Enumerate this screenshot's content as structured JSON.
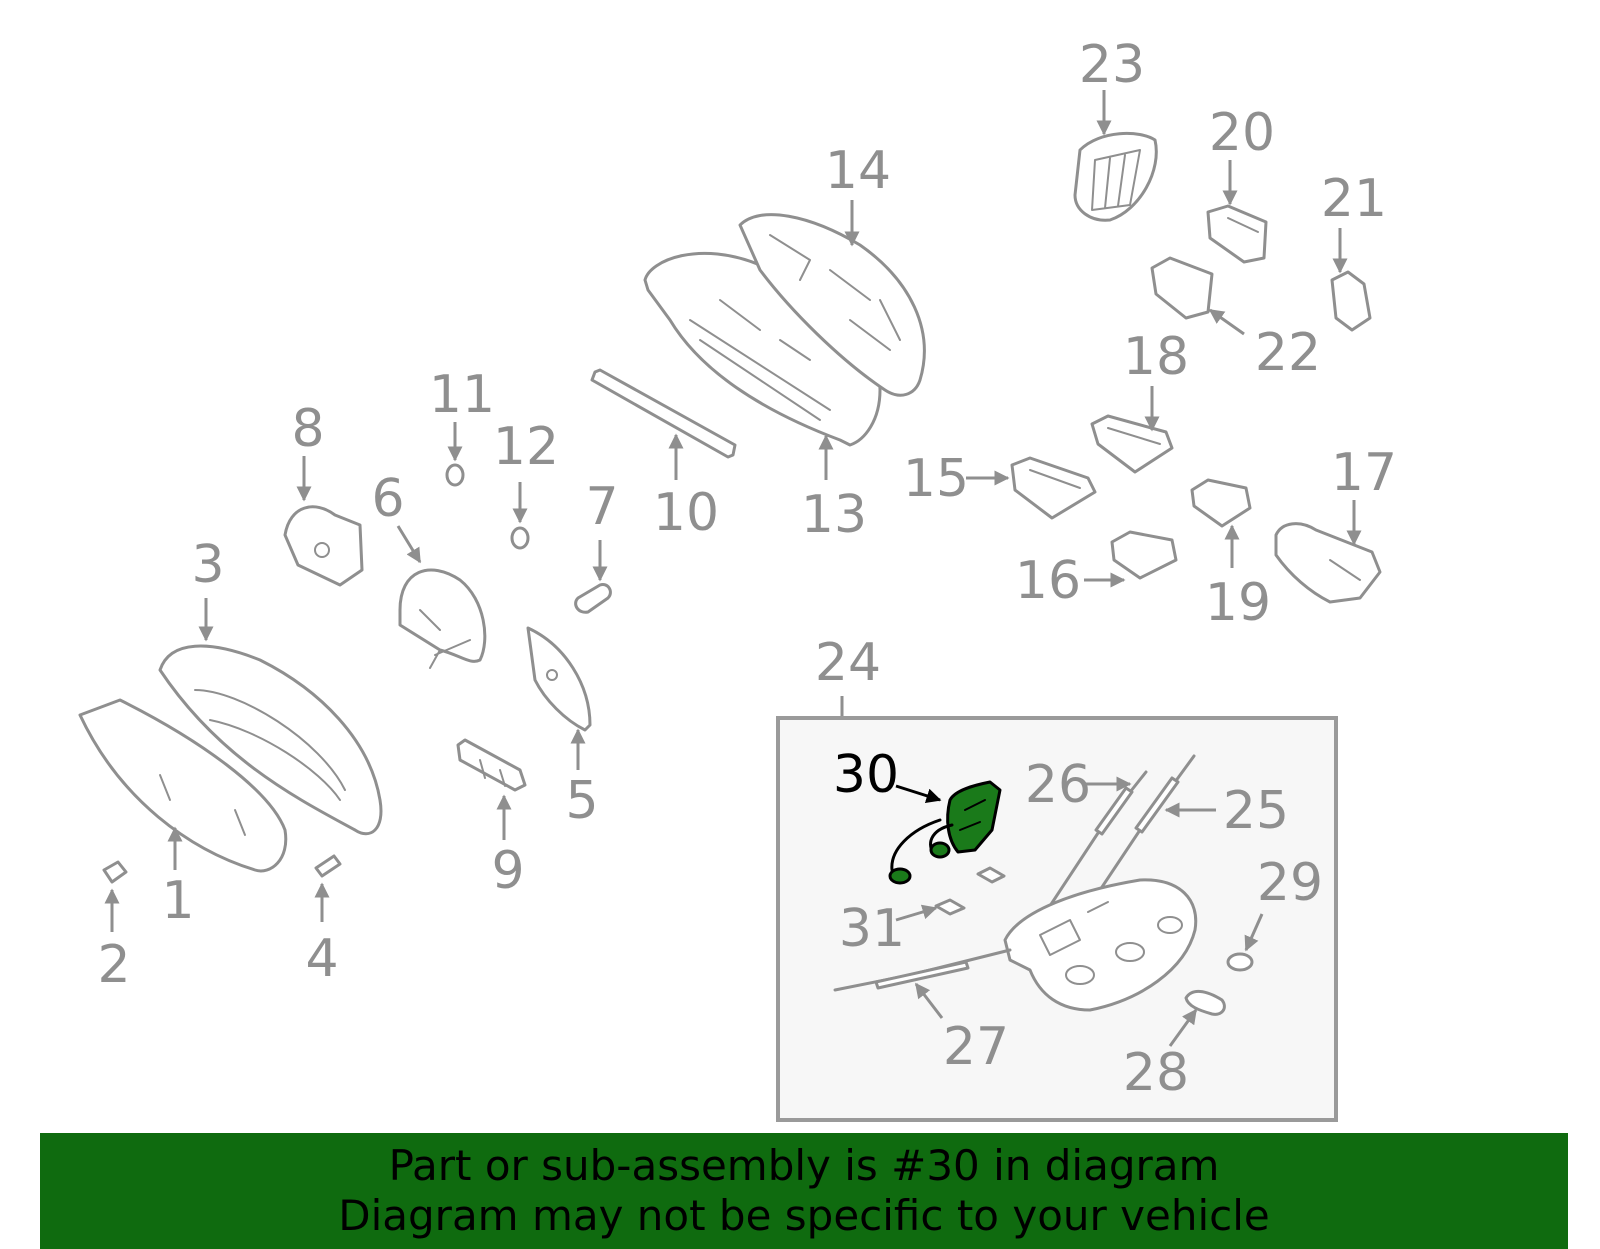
{
  "callouts": {
    "c1": "1",
    "c2": "2",
    "c3": "3",
    "c4": "4",
    "c5": "5",
    "c6": "6",
    "c7": "7",
    "c8": "8",
    "c9": "9",
    "c10": "10",
    "c11": "11",
    "c12": "12",
    "c13": "13",
    "c14": "14",
    "c15": "15",
    "c16": "16",
    "c17": "17",
    "c18": "18",
    "c19": "19",
    "c20": "20",
    "c21": "21",
    "c22": "22",
    "c23": "23",
    "c24": "24",
    "c25": "25",
    "c26": "26",
    "c27": "27",
    "c28": "28",
    "c29": "29",
    "c30": "30",
    "c31": "31"
  },
  "highlight": {
    "part": "30",
    "color": "#1a7a1a"
  },
  "banner": {
    "line1": "Part or sub-assembly is #30 in diagram",
    "line2": "Diagram may not be specific to your vehicle",
    "background": "#0f6b0f"
  }
}
